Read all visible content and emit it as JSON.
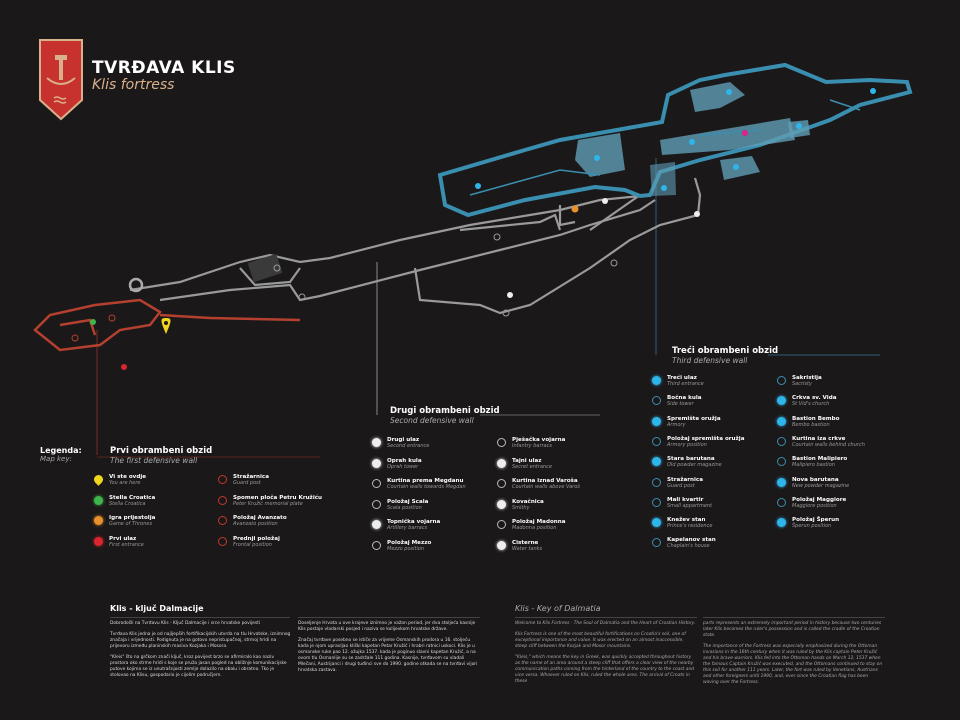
{
  "header": {
    "title": "TVRĐAVA KLIS",
    "subtitle": "Klis fortress"
  },
  "colors": {
    "first_wall": "#c0392b",
    "second_wall": "#9a9a9a",
    "third_wall": "#3a8fb0",
    "background": "#1b1819",
    "accent": "#d9b08c"
  },
  "legend": {
    "title": "Legenda:",
    "subtitle": "Map key:"
  },
  "sections": [
    {
      "title": "Prvi obrambeni obzid",
      "subtitle": "The first defensive wall",
      "items": [
        {
          "name": "Vi ste ovdje",
          "en": "You are here",
          "icon": "pin",
          "color": "#f1d61e"
        },
        {
          "name": "Stella Croatica",
          "en": "Stella Croatica",
          "icon": "filled",
          "color": "#3db54a"
        },
        {
          "name": "Igra prijestolja",
          "en": "Game of Thrones",
          "icon": "filled",
          "color": "#e8912d"
        },
        {
          "name": "Prvi ulaz",
          "en": "First entrance",
          "icon": "filled",
          "color": "#d9262e"
        },
        {
          "name": "Stražarnica",
          "en": "Guard post",
          "icon": "outline",
          "color": "#c0392b"
        },
        {
          "name": "Spomen ploča Petru Kružiću",
          "en": "Peter Kružić memorial plate",
          "icon": "outline",
          "color": "#c0392b"
        },
        {
          "name": "Položaj Avanzato",
          "en": "Avanzato position",
          "icon": "outline",
          "color": "#c0392b"
        },
        {
          "name": "Prednji položaj",
          "en": "Frontal position",
          "icon": "outline",
          "color": "#c0392b"
        }
      ]
    },
    {
      "title": "Drugi obrambeni obzid",
      "subtitle": "Second defensive wall",
      "items": [
        {
          "name": "Drugi ulaz",
          "en": "Second entrance",
          "icon": "filled",
          "color": "#eeeeee"
        },
        {
          "name": "Oprah kula",
          "en": "Oprah tower",
          "icon": "filled",
          "color": "#eeeeee"
        },
        {
          "name": "Kurtina prema Megdanu",
          "en": "Courtain walls towards Megdan",
          "icon": "outline",
          "color": "#bbbbbb"
        },
        {
          "name": "Položaj Scala",
          "en": "Scala position",
          "icon": "outline",
          "color": "#bbbbbb"
        },
        {
          "name": "Topnička vojarna",
          "en": "Artillery barracs",
          "icon": "filled",
          "color": "#eeeeee"
        },
        {
          "name": "Položaj Mezzo",
          "en": "Mezzo position",
          "icon": "outline",
          "color": "#bbbbbb"
        },
        {
          "name": "Pješačka vojarna",
          "en": "Infantry barracs",
          "icon": "outline",
          "color": "#bbbbbb"
        },
        {
          "name": "Tajni ulaz",
          "en": "Secret entrance",
          "icon": "filled",
          "color": "#eeeeee"
        },
        {
          "name": "Kurtina iznad Varoša",
          "en": "Courtain walls above Varoš",
          "icon": "outline",
          "color": "#bbbbbb"
        },
        {
          "name": "Kovačnica",
          "en": "Smithy",
          "icon": "filled",
          "color": "#eeeeee"
        },
        {
          "name": "Položaj Madonna",
          "en": "Madonna position",
          "icon": "outline",
          "color": "#bbbbbb"
        },
        {
          "name": "Cisterne",
          "en": "Water tanks",
          "icon": "filled",
          "color": "#eeeeee"
        }
      ]
    },
    {
      "title": "Treći obrambeni obzid",
      "subtitle": "Third defensive wall",
      "items": [
        {
          "name": "Treći ulaz",
          "en": "Third entrance",
          "icon": "filled",
          "color": "#2eb6ea"
        },
        {
          "name": "Bočna kula",
          "en": "Side tower",
          "icon": "outline",
          "color": "#3a8fb0"
        },
        {
          "name": "Spremište oružja",
          "en": "Armory",
          "icon": "filled",
          "color": "#2eb6ea"
        },
        {
          "name": "Položaj spremišta oružja",
          "en": "Armory position",
          "icon": "outline",
          "color": "#3a8fb0"
        },
        {
          "name": "Stara barutana",
          "en": "Old powder magazine",
          "icon": "filled",
          "color": "#2eb6ea"
        },
        {
          "name": "Stražarnica",
          "en": "Guard post",
          "icon": "outline",
          "color": "#3a8fb0"
        },
        {
          "name": "Mali kvartir",
          "en": "Small appartment",
          "icon": "outline",
          "color": "#3a8fb0"
        },
        {
          "name": "Knežev stan",
          "en": "Prince's residence",
          "icon": "filled",
          "color": "#2eb6ea"
        },
        {
          "name": "Kapelanov stan",
          "en": "Chaplain's house",
          "icon": "outline",
          "color": "#3a8fb0"
        },
        {
          "name": "Sakristija",
          "en": "Sacristy",
          "icon": "outline",
          "color": "#3a8fb0"
        },
        {
          "name": "Crkva sv. Vida",
          "en": "St Vid's church",
          "icon": "filled",
          "color": "#2eb6ea"
        },
        {
          "name": "Bastion Bembo",
          "en": "Bembo bastion",
          "icon": "filled",
          "color": "#2eb6ea"
        },
        {
          "name": "Kurtina iza crkve",
          "en": "Courtain walls behind church",
          "icon": "outline",
          "color": "#3a8fb0"
        },
        {
          "name": "Bastion Malipiero",
          "en": "Malipiero bastion",
          "icon": "outline",
          "color": "#3a8fb0"
        },
        {
          "name": "Nova barutana",
          "en": "New powder magazine",
          "icon": "filled",
          "color": "#2eb6ea"
        },
        {
          "name": "Položaj Maggiore",
          "en": "Maggiore position",
          "icon": "outline",
          "color": "#3a8fb0"
        },
        {
          "name": "Položaj Šperun",
          "en": "Šperun position",
          "icon": "filled",
          "color": "#2eb6ea"
        }
      ]
    }
  ],
  "about": {
    "hr": {
      "title": "Klis - ključ Dalmacije",
      "col1": [
        "Dobrodošli na Tvrđavu Klis - Ključ Dalmacije i srce hrvatske povijesti",
        "Tvrđava Klis jedna je od najljepših fortifikacijskih utvrda na tlu Hrvatske, iznimnog značaja i vrijednosti. Podignuta je na gotovo nepristupačnoj, strmoj hridi na prijevoru između planinskih masiva Kozjaka i Mosora.",
        "\"Kleis\" što na grčkom znači ključ, kroz povijest brzo se afirmiralo kao naziv prostora oko strme hridi s koje se pruža jasan pogled na obližnje komunikacijske putove kojima se iz unutrašnjosti zemlje dolazilo na obalu i obratno. Tko je stolovao na Klisu, gospodario je cijelim područjem."
      ],
      "col2": [
        "Doseljenje Hrvata u ove krajeve iznimno je važan period, jer dva stoljeća kasnije Klis postaje vladarski posjed i naziva se kolijevkom hrvatske države.",
        "Značaj tvrđave posebno se ističe za vrijeme Osmanskih prodora u 16. stoljeću kada je njom upravljao kliški kapetan Petar Kružić i hrabri ratnici uskoci. Klis je u osmanske ruke pao 12. ožujka 1537. kada je poginuo slavni kapetan Kružić, a na ovom tlu Osmanlije su se zadržale 111 godina. Kasnije, tvrđavom su vladali Mlečani, Austrijanci i drugi tuđinci sve do 1990. godine otkada se na tvrđavi vijori hrvatska zastava."
      ]
    },
    "en": {
      "title": "Klis - Key of Dalmatia",
      "col1": [
        "Welcome to Klis Fortress - The Soul of Dalmatia and the Heart of Croatian History.",
        "Klis Fortress is one of the most beautiful fortifications on Croatia's soil, one of exceptional importance and value. It was erected on an almost inaccessible, steep cliff between the Kozjak and Mosor mountains.",
        "\"Kleis,\" which means the key in Greek, was quickly accepted throughout history as the name of an area around a steep cliff that offers a clear view of the nearby communication paths coming from the hinterland of the country to the coast and vice versa. Whoever ruled on Klis, ruled the whole area. The arrival of Croats in these"
      ],
      "col2": [
        "parts represents an extremely important period in history because two centuries later Klis becomes the ruler's possession and is called the cradle of the Croatian state.",
        "The importance of the Fortress was especially emphasized during the Ottoman invasions in the 16th century when it was ruled by the Klis captain Peter Kružić and his brave warriors. Klis fell into the Ottoman hands on March 12, 1537 when the famous Captain Kružić was executed, and the Ottomans continued to stay on this soil for another 111 years. Later, the fort was ruled by Venetians, Austrians and other foreigners until 1990, and, ever since the Croatian flag has been waving over the Fortress."
      ]
    }
  }
}
